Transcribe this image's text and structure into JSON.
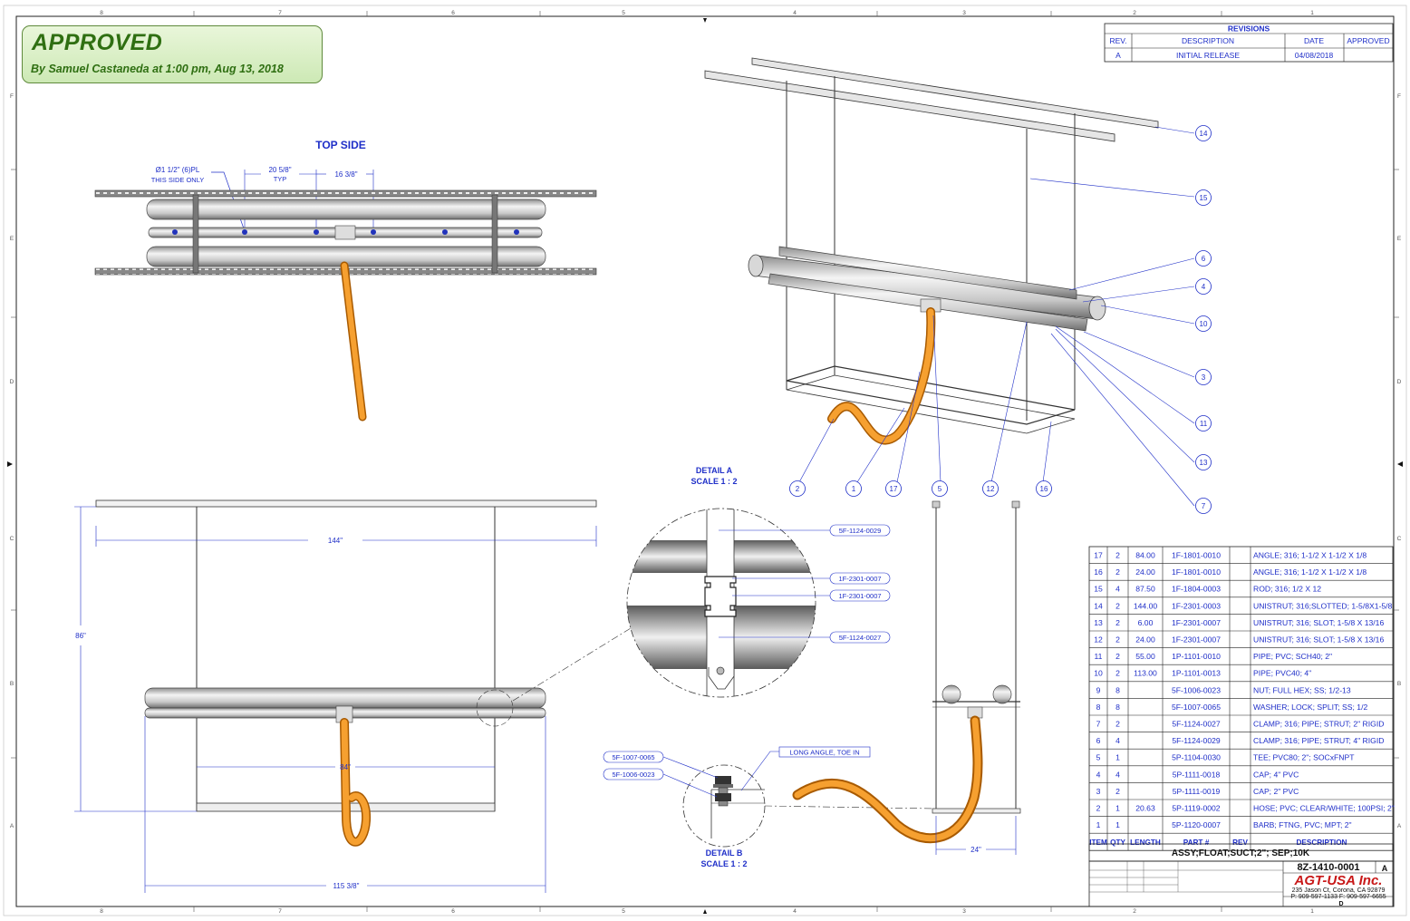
{
  "stamp": {
    "title": "APPROVED",
    "subtitle": "By Samuel Castaneda  at 1:00 pm, Aug 13, 2018"
  },
  "zones": {
    "columns": [
      "8",
      "7",
      "6",
      "5",
      "4",
      "3",
      "2",
      "1"
    ],
    "rows": [
      "F",
      "E",
      "D",
      "C",
      "B",
      "A"
    ]
  },
  "revisions": {
    "title": "REVISIONS",
    "headers": [
      "REV.",
      "DESCRIPTION",
      "DATE",
      "APPROVED"
    ],
    "rows": [
      [
        "A",
        "INITIAL RELEASE",
        "04/08/2018",
        ""
      ]
    ]
  },
  "top_view": {
    "title": "TOP SIDE",
    "hole_note_line1": "Ø1 1/2\" (6)PL",
    "hole_note_line2": "THIS SIDE ONLY",
    "dim_spacing": "20 5/8\"",
    "dim_spacing_note": "TYP",
    "dim_end": "16 3/8\""
  },
  "front_view": {
    "dim_overall_width": "144\"",
    "dim_height": "86\"",
    "dim_inner": "84\"",
    "dim_bottom": "115 3/8\""
  },
  "detail_a": {
    "title": "DETAIL A",
    "scale": "SCALE 1 : 2",
    "callouts": [
      "5F-1124-0029",
      "1F-2301-0007",
      "1F-2301-0007",
      "5F-1124-0027"
    ]
  },
  "detail_b": {
    "title": "DETAIL B",
    "scale": "SCALE 1 : 2",
    "callouts": [
      "5F-1007-0065",
      "5F-1006-0023"
    ],
    "note": "LONG ANGLE, TOE IN"
  },
  "side_view": {
    "dim_width": "24\""
  },
  "iso_balloons": [
    "14",
    "15",
    "6",
    "4",
    "10",
    "3",
    "11",
    "13",
    "7",
    "2",
    "1",
    "17",
    "5",
    "12",
    "16"
  ],
  "bom": {
    "headers": [
      "ITEM",
      "QTY",
      "LENGTH",
      "PART #",
      "REV",
      "DESCRIPTION"
    ],
    "rows": [
      [
        "17",
        "2",
        "84.00",
        "1F-1801-0010",
        "",
        "ANGLE; 316; 1-1/2 X 1-1/2 X 1/8"
      ],
      [
        "16",
        "2",
        "24.00",
        "1F-1801-0010",
        "",
        "ANGLE; 316; 1-1/2 X 1-1/2 X 1/8"
      ],
      [
        "15",
        "4",
        "87.50",
        "1F-1804-0003",
        "",
        "ROD; 316; 1/2 X 12"
      ],
      [
        "14",
        "2",
        "144.00",
        "1F-2301-0003",
        "",
        "UNISTRUT; 316;SLOTTED; 1-5/8X1-5/8"
      ],
      [
        "13",
        "2",
        "6.00",
        "1F-2301-0007",
        "",
        "UNISTRUT; 316; SLOT; 1-5/8 X 13/16"
      ],
      [
        "12",
        "2",
        "24.00",
        "1F-2301-0007",
        "",
        "UNISTRUT; 316; SLOT; 1-5/8 X 13/16"
      ],
      [
        "11",
        "2",
        "55.00",
        "1P-1101-0010",
        "",
        "PIPE; PVC; SCH40; 2\""
      ],
      [
        "10",
        "2",
        "113.00",
        "1P-1101-0013",
        "",
        "PIPE; PVC40; 4\""
      ],
      [
        "9",
        "8",
        "",
        "5F-1006-0023",
        "",
        "NUT; FULL HEX; SS; 1/2-13"
      ],
      [
        "8",
        "8",
        "",
        "5F-1007-0065",
        "",
        "WASHER; LOCK; SPLIT; SS; 1/2"
      ],
      [
        "7",
        "2",
        "",
        "5F-1124-0027",
        "",
        "CLAMP; 316; PIPE; STRUT; 2\" RIGID"
      ],
      [
        "6",
        "4",
        "",
        "5F-1124-0029",
        "",
        "CLAMP; 316; PIPE; STRUT; 4\" RIGID"
      ],
      [
        "5",
        "1",
        "",
        "5P-1104-0030",
        "",
        "TEE; PVC80; 2\"; SOCxFNPT"
      ],
      [
        "4",
        "4",
        "",
        "5P-1111-0018",
        "",
        "CAP; 4\" PVC"
      ],
      [
        "3",
        "2",
        "",
        "5P-1111-0019",
        "",
        "CAP; 2\" PVC"
      ],
      [
        "2",
        "1",
        "20.63",
        "5P-1119-0002",
        "",
        "HOSE; PVC; CLEAR/WHITE; 100PSI; 2\""
      ],
      [
        "1",
        "1",
        "",
        "5P-1120-0007",
        "",
        "BARB; FTNG, PVC; MPT; 2\""
      ]
    ]
  },
  "title_block": {
    "title": "ASSY;FLOAT;SUCT;2\"; SEP;10K",
    "drawing_number": "8Z-1410-0001",
    "rev": "A",
    "company": "AGT-USA Inc.",
    "address": "235 Jason Ct, Corona, CA 92879",
    "phone": "P: 909-597-1133  F: 909-597-6655",
    "size": "D"
  },
  "colors": {
    "dimension_blue": "#1f2fc8",
    "hose_orange": "#f08a10",
    "line": "#222222",
    "stamp_green": "#2f6f12"
  }
}
